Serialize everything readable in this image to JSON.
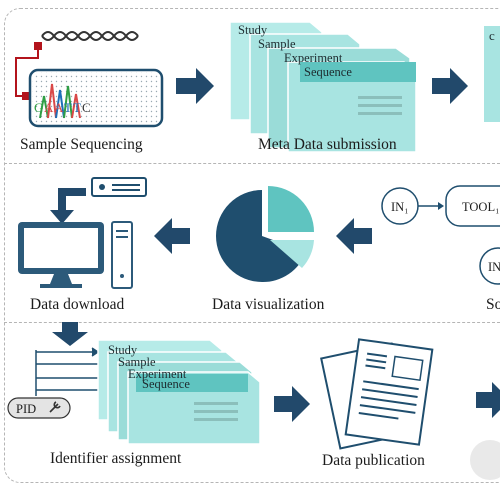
{
  "row1": {
    "sample_sequencing": {
      "label": "Sample Sequencing",
      "sequence": [
        "G",
        "A",
        "A",
        "T",
        "T",
        "C"
      ]
    },
    "meta_data_submission": {
      "label": "Meta Data submission",
      "docs": [
        "Study",
        "Sample",
        "Experiment",
        "Sequence"
      ]
    }
  },
  "row2": {
    "data_download": {
      "label": "Data download"
    },
    "data_visualization": {
      "label": "Data visualization"
    },
    "workflow": {
      "input_label": "IN₁",
      "tool_label": "TOOL₁",
      "input2_label": "IN",
      "cropped_label": "So"
    }
  },
  "row3": {
    "identifier_assignment": {
      "label": "Identifier assignment",
      "pid_label": "PID",
      "docs": [
        "Study",
        "Sample",
        "Experiment",
        "Sequence"
      ]
    },
    "data_publication": {
      "label": "Data publication"
    }
  },
  "top_right_cropped": "c",
  "colors": {
    "teal_light": "#9fe0dc",
    "teal_mid": "#5fc4c0",
    "navy": "#1f4e6e",
    "red": "#b3141c",
    "arrow": "#22496b"
  }
}
